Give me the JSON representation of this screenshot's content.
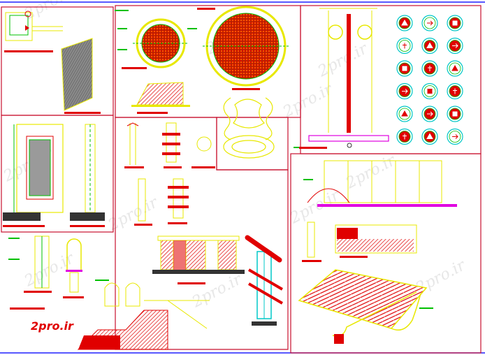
{
  "watermark": {
    "text": "2pro.ir",
    "color": "#e6e6e6"
  },
  "brand": {
    "text": "2pro.ir",
    "color": "#e00000"
  },
  "frame_color": "#c8102e",
  "drawing_colors": {
    "yellow": "#e8e800",
    "green": "#00c000",
    "red": "#e00000",
    "cyan": "#00c8c8",
    "magenta": "#e000e0",
    "blue": "#2020ff"
  },
  "icon_grid": {
    "rows": 6,
    "cols": 3
  }
}
